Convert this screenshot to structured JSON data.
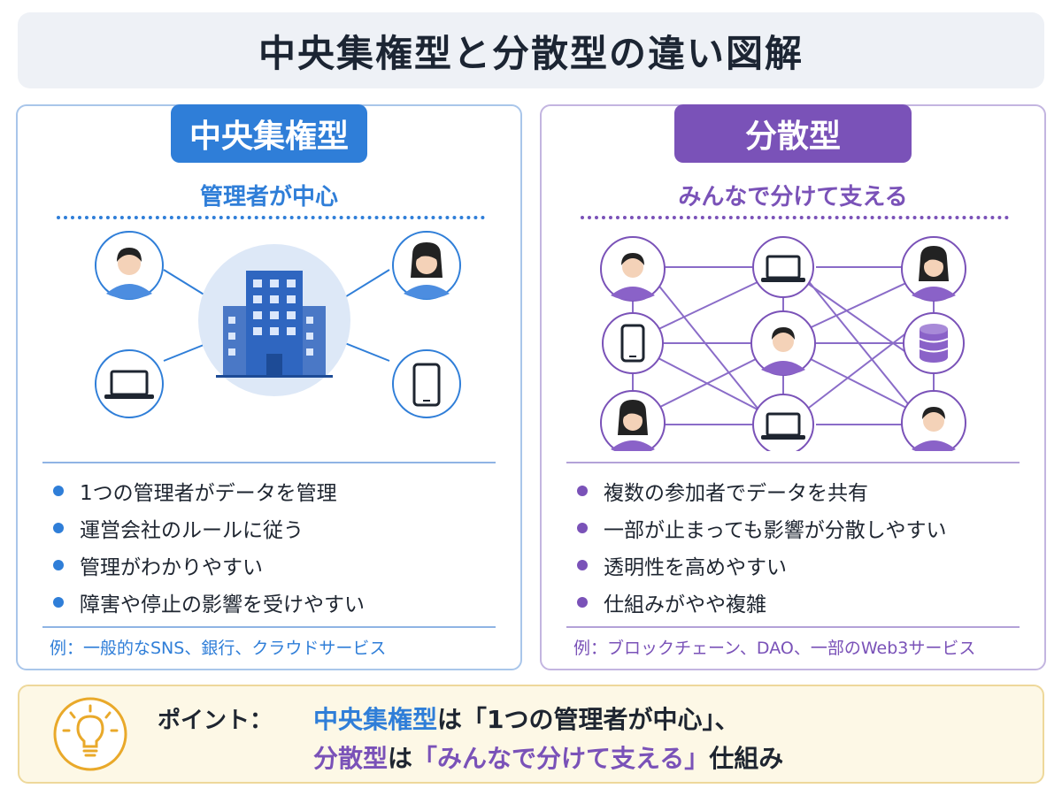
{
  "title": "中央集権型と分散型の違い図解",
  "centralized": {
    "badge": "中央集権型",
    "subtitle": "管理者が中心",
    "points": [
      "1つの管理者がデータを管理",
      "運営会社のルールに従う",
      "管理がわかりやすい",
      "障害や停止の影響を受けやすい"
    ],
    "example": "例：一般的なSNS、銀行、クラウドサービス",
    "icons": [
      "building-icon",
      "person-icon",
      "person-icon",
      "laptop-icon",
      "smartphone-icon"
    ],
    "accent_color": "#2f7ed8"
  },
  "decentralized": {
    "badge": "分散型",
    "subtitle": "みんなで分けて支える",
    "points": [
      "複数の参加者でデータを共有",
      "一部が止まっても影響が分散しやすい",
      "透明性を高めやすい",
      "仕組みがやや複雑"
    ],
    "example": "例：ブロックチェーン、DAO、一部のWeb3サービス",
    "icons": [
      "person-icon",
      "laptop-icon",
      "person-icon",
      "smartphone-icon",
      "person-icon",
      "database-icon",
      "person-icon",
      "laptop-icon",
      "person-icon"
    ],
    "accent_color": "#7a52b8"
  },
  "summary": {
    "label": "ポイント：",
    "line1_term": "中央集権型",
    "line1_rest": "は「1つの管理者が中心」、",
    "line2_term": "分散型",
    "line2_mid": "は",
    "line2_quote": "「みんなで分けて支える」",
    "line2_end": "仕組み",
    "icon": "lightbulb-icon"
  }
}
